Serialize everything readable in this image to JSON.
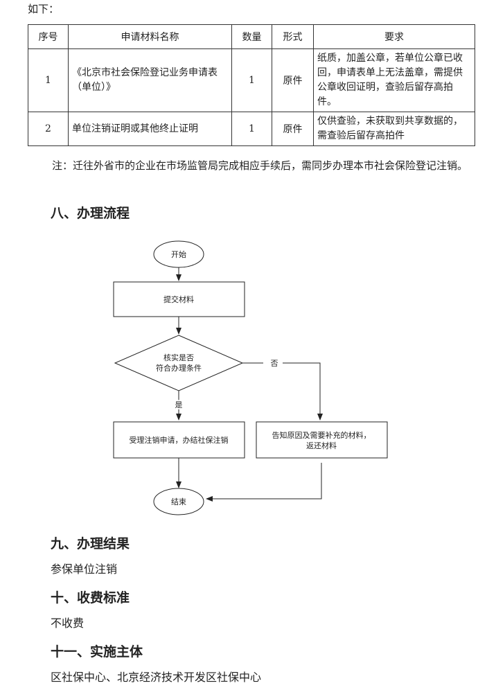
{
  "intro": "如下：",
  "table": {
    "headers": [
      "序号",
      "申请材料名称",
      "数量",
      "形式",
      "要求"
    ],
    "rows": [
      {
        "no": "1",
        "name": "《北京市社会保险登记业务申请表（单位）》",
        "qty": "1",
        "form": "原件",
        "req": "纸质，加盖公章，若单位公章已收回，申请表单上无法盖章，需提供公章收回证明，查验后留存高拍件。"
      },
      {
        "no": "2",
        "name": "单位注销证明或其他终止证明",
        "qty": "1",
        "form": "原件",
        "req": "仅供查验，未获取到共享数据的，需查验后留存高拍件"
      }
    ]
  },
  "note": "注：迁往外省市的企业在市场监管局完成相应手续后，需同步办理本市社会保险登记注销。",
  "sections": {
    "s8": {
      "title": "八、办理流程"
    },
    "s9": {
      "title": "九、办理结果",
      "content": "参保单位注销"
    },
    "s10": {
      "title": "十、收费标准",
      "content": "不收费"
    },
    "s11": {
      "title": "十一、实施主体",
      "content": "区社保中心、北京经济技术开发区社保中心"
    }
  },
  "flow": {
    "start": "开始",
    "submit": "提交材料",
    "check_line1": "核实是否",
    "check_line2": "符合办理条件",
    "no": "否",
    "yes": "是",
    "accept": "受理注销申请，办结社保注销",
    "inform_line1": "告知原因及需要补充的材料，",
    "inform_line2": "返还材料",
    "end": "结束"
  }
}
